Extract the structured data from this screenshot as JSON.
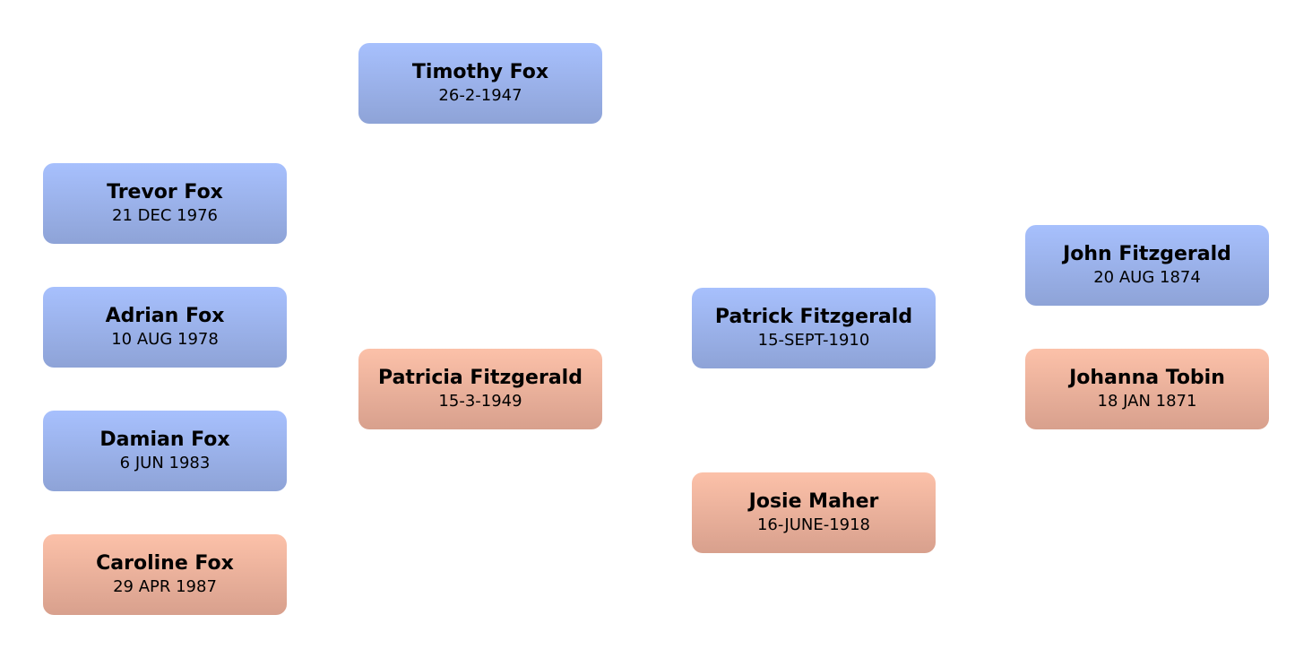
{
  "people": [
    {
      "name": "Timothy Fox",
      "date": "26-2-1947",
      "gender": "male"
    },
    {
      "name": "Trevor Fox",
      "date": "21 DEC 1976",
      "gender": "male"
    },
    {
      "name": "Adrian Fox",
      "date": "10 AUG 1978",
      "gender": "male"
    },
    {
      "name": "Damian Fox",
      "date": "6 JUN 1983",
      "gender": "male"
    },
    {
      "name": "Caroline Fox",
      "date": "29 APR 1987",
      "gender": "female"
    },
    {
      "name": "Patricia Fitzgerald",
      "date": "15-3-1949",
      "gender": "female"
    },
    {
      "name": "Patrick Fitzgerald",
      "date": "15-SEPT-1910",
      "gender": "male"
    },
    {
      "name": "Josie Maher",
      "date": "16-JUNE-1918",
      "gender": "female"
    },
    {
      "name": "John Fitzgerald",
      "date": "20 AUG 1874",
      "gender": "male"
    },
    {
      "name": "Johanna Tobin",
      "date": "18 JAN 1871",
      "gender": "female"
    }
  ],
  "colors": {
    "male_top": "#a7c0fd",
    "male_bottom": "#8ea3d7",
    "female_top": "#fcc1a9",
    "female_bottom": "#d8a08d"
  }
}
